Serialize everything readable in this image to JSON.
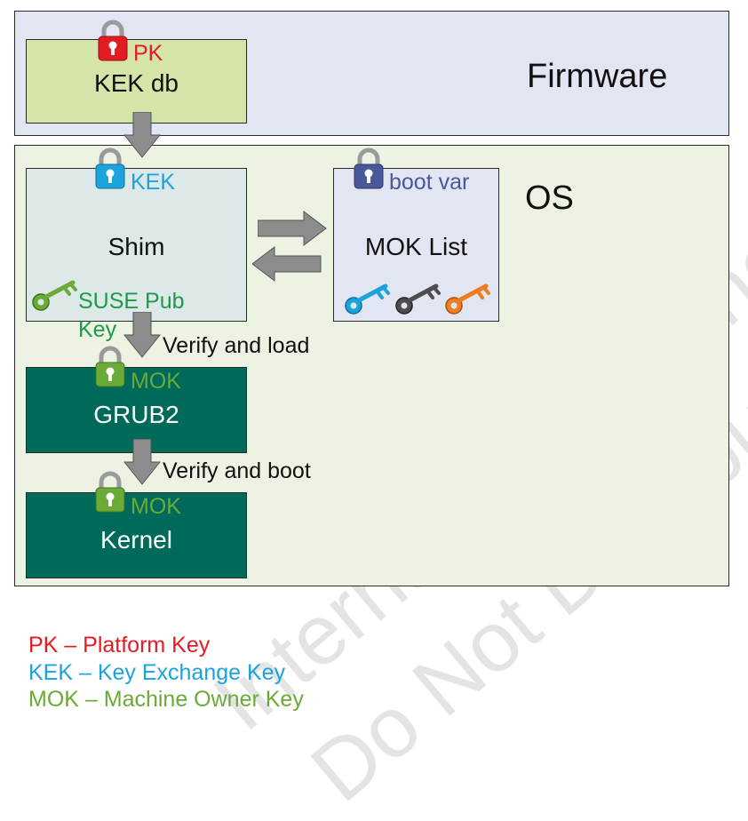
{
  "colors": {
    "pk": "#e31b23",
    "kek": "#1aa3dc",
    "mok": "#6aaa36",
    "boot_var": "#4a5899",
    "suse_key": "#1e9a49",
    "firmware_bg": "#e2e5f2",
    "os_bg": "#edf3e2",
    "kek_db_box": "#d5e4a9",
    "shim_box": "#dde9e8",
    "mok_box": "#e2e5f2",
    "dark_box": "#006a5a",
    "arrow": "#8c8c8c"
  },
  "firmware": {
    "title": "Firmware",
    "kek_db": {
      "label": "KEK db",
      "lock_tag": "PK",
      "lock_icon": "red-padlock"
    }
  },
  "os": {
    "title": "OS",
    "shim": {
      "label": "Shim",
      "lock_tag": "KEK",
      "lock_icon": "blue-padlock",
      "key_label_line1": "SUSE Pub",
      "key_label_line2": "Key",
      "key_icon": "green-key"
    },
    "mok_list": {
      "label": "MOK List",
      "lock_tag": "boot var",
      "lock_icon": "navy-padlock",
      "key_icons": [
        "blue-key",
        "gray-key",
        "orange-key"
      ]
    },
    "grub": {
      "label": "GRUB2",
      "lock_tag": "MOK",
      "lock_icon": "green-padlock"
    },
    "kernel": {
      "label": "Kernel",
      "lock_tag": "MOK",
      "lock_icon": "green-padlock"
    }
  },
  "arrows": {
    "shim_to_grub": "Verify and load",
    "grub_to_kernel": "Verify and boot"
  },
  "legend": {
    "pk": "PK – Platform Key",
    "kek": "KEK – Key Exchange Key",
    "mok": "MOK – Machine Owner Key"
  },
  "watermark": {
    "line1": "Internal and Partner Use Only",
    "line2": "Do Not Distribute"
  }
}
